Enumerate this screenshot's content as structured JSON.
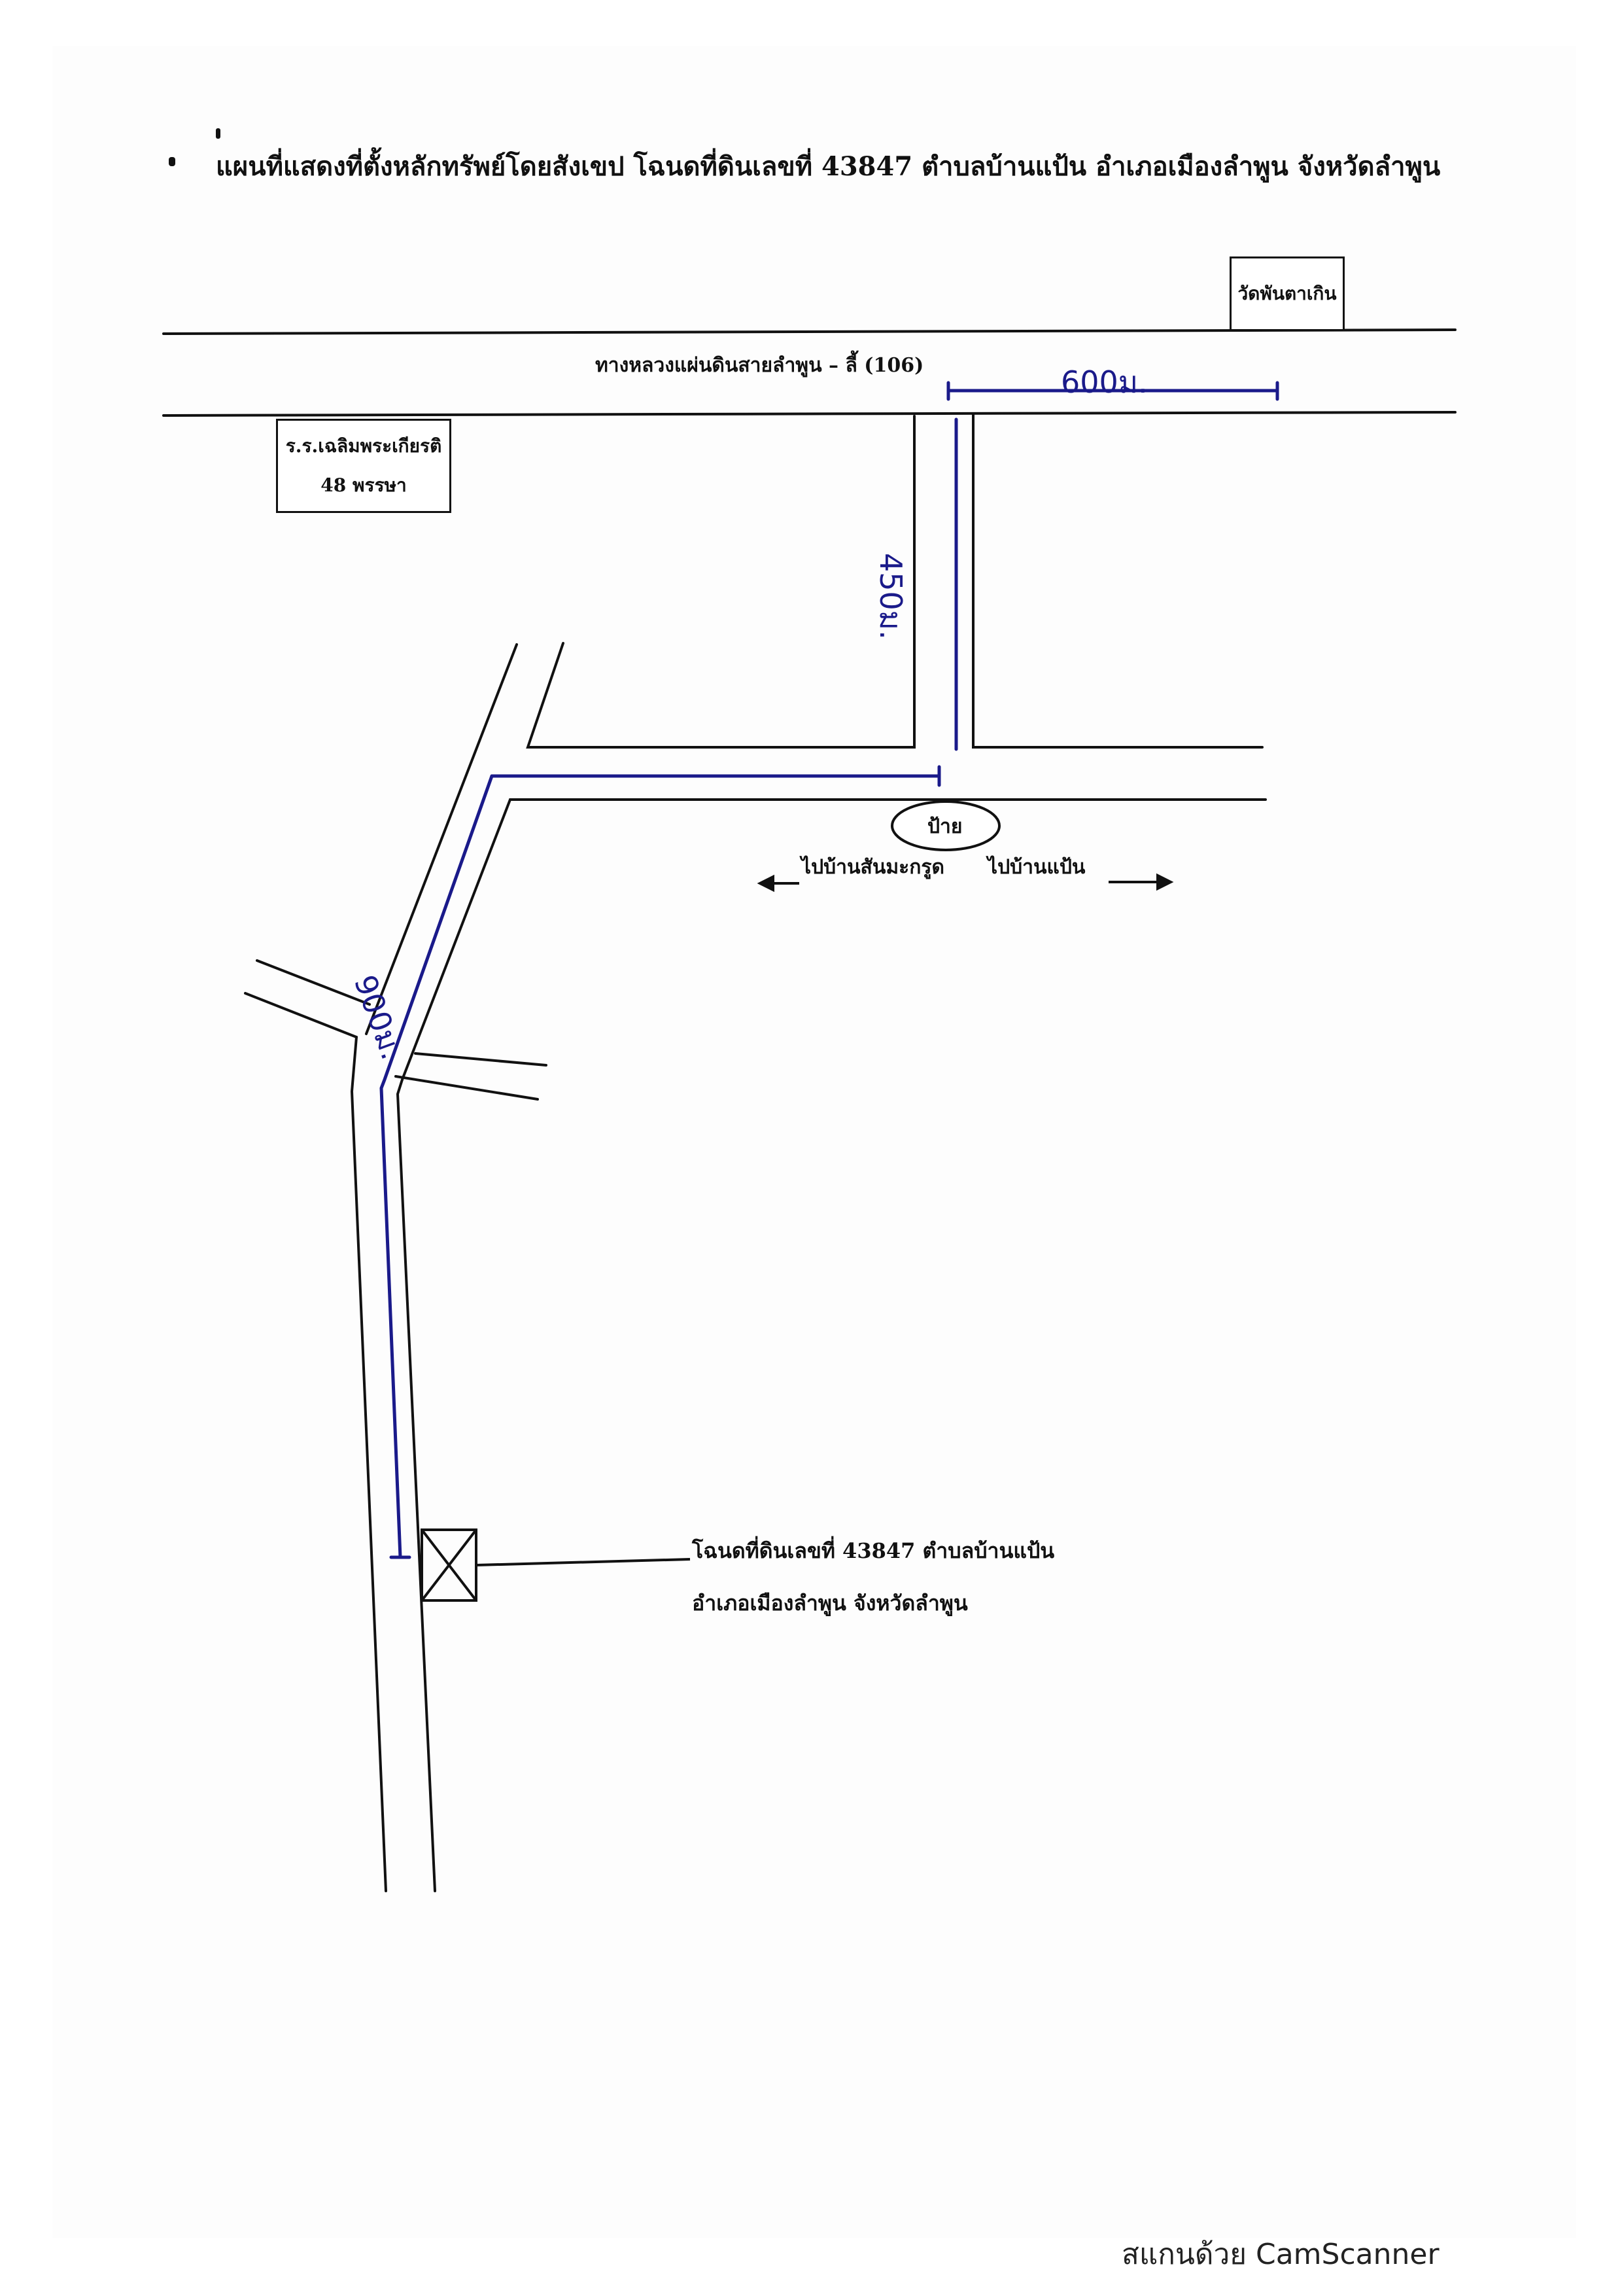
{
  "title": "แผนที่แสดงที่ตั้งหลักทรัพย์โดยสังเขป โฉนดที่ดินเลขที่ 43847 ตำบลบ้านแป้น อำเภอเมืองลำพูน จังหวัดลำพูน",
  "highway_label": "ทางหลวงแผ่นดินสายลำพูน – ลี้ (106)",
  "landmarks": {
    "temple": "วัดพันตาเกิน",
    "school_line1": "ร.ร.เฉลิมพระเกียรติ",
    "school_line2": "48 พรรษา"
  },
  "sign": "ป้าย",
  "directions": {
    "left": "ไปบ้านสันมะกรูด",
    "right": "ไปบ้านแป้น"
  },
  "distances": {
    "d1": "600ม.",
    "d2": "450ม.",
    "d3": "900ม."
  },
  "deed_label": {
    "line1": "โฉนดที่ดินเลขที่ 43847 ตำบลบ้านแป้น",
    "line2": "อำเภอเมืองลำพูน จังหวัดลำพูน"
  },
  "footer": "สแกนด้วย CamScanner",
  "colors": {
    "road": "#111111",
    "route": "#1a1a8a"
  }
}
